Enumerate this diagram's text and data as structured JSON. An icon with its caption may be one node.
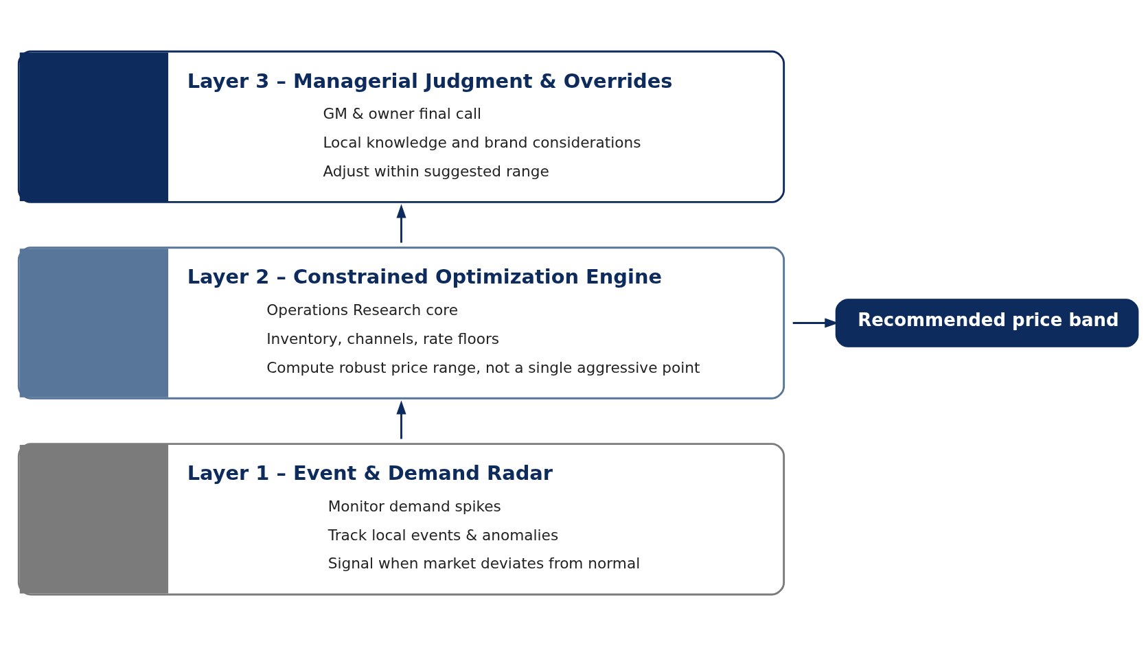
{
  "diagram": {
    "nodes": [
      {
        "text": [
          "Layer 3 – Managerial Judgment & Overrides",
          "GM & owner final call",
          "Local knowledge and brand considerations",
          "Adjust within suggested range"
        ]
      },
      {
        "text": [
          "Layer 2 – Constrained Optimization Engine",
          "Operations Research core",
          "Inventory, channels, rate floors",
          "Compute robust price range, not a single aggressive point"
        ]
      },
      {
        "text": [
          "Layer 1 – Event & Demand Radar",
          "Monitor demand spikes",
          "Track local events & anomalies",
          "Signal when market deviates from normal"
        ]
      },
      {
        "text": [
          "Recommended price band"
        ]
      }
    ],
    "edges": [
      {
        "from": 2,
        "to": 1,
        "arrow": "to"
      },
      {
        "from": 1,
        "to": 0,
        "arrow": "to"
      },
      {
        "from": 1,
        "to": 3,
        "arrow": "to"
      }
    ]
  }
}
